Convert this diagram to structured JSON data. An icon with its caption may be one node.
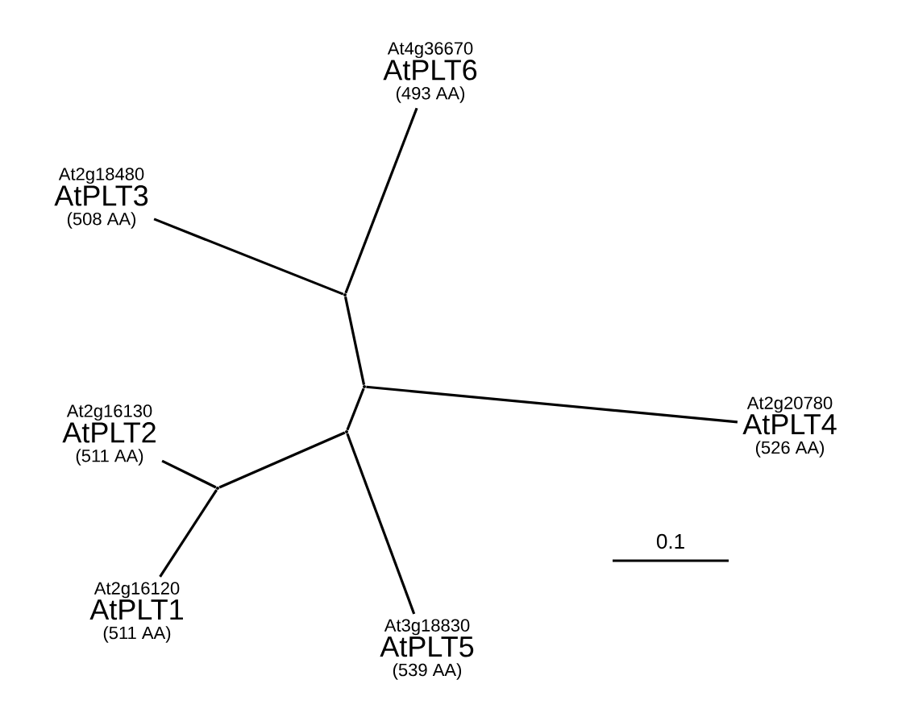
{
  "diagram": {
    "nodes": [
      {
        "text": [
          "At4g36670",
          "AtPLT6",
          "(493 AA)"
        ]
      },
      {
        "text": [
          "At2g18480",
          "AtPLT3",
          "(508 AA)"
        ]
      },
      {
        "text": [
          "At2g20780",
          "AtPLT4",
          "(526 AA)"
        ]
      },
      {
        "text": [
          "At2g16130",
          "AtPLT2",
          "(511 AA)"
        ]
      },
      {
        "text": [
          "At2g16120",
          "AtPLT1",
          "(511 AA)"
        ]
      },
      {
        "text": [
          "At3g18830",
          "AtPLT5",
          "(539 AA)"
        ]
      },
      {
        "text": [],
        "shape": "point"
      },
      {
        "text": [],
        "shape": "point"
      },
      {
        "text": [],
        "shape": "point"
      },
      {
        "text": [],
        "shape": "point"
      }
    ],
    "edges": [
      {
        "from": 6,
        "to": 0,
        "arrow": "none"
      },
      {
        "from": 6,
        "to": 1,
        "arrow": "none"
      },
      {
        "from": 7,
        "to": 6,
        "arrow": "none"
      },
      {
        "from": 7,
        "to": 2,
        "arrow": "none"
      },
      {
        "from": 7,
        "to": 8,
        "arrow": "none"
      },
      {
        "from": 8,
        "to": 5,
        "arrow": "none"
      },
      {
        "from": 8,
        "to": 9,
        "arrow": "none"
      },
      {
        "from": 9,
        "to": 3,
        "arrow": "none"
      },
      {
        "from": 9,
        "to": 4,
        "arrow": "none"
      }
    ],
    "labels": [
      "0.1"
    ]
  }
}
